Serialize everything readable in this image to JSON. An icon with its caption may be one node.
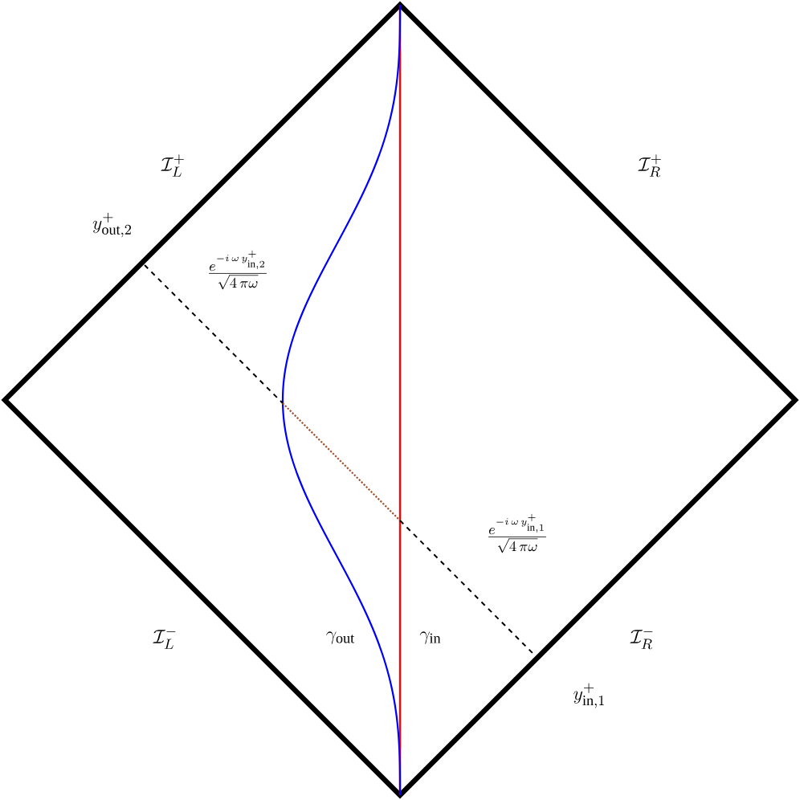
{
  "diagram": {
    "labels": [
      "\\mathcal{I}_L^+",
      "\\mathcal{I}_R^+",
      "y^+_{\\mathrm{out},2}",
      "\\frac{e^{-i\\,\\omega\\,y^+_{\\mathrm{in},2}}}{\\sqrt{4\\,\\pi\\omega}}",
      "\\frac{e^{-i\\,\\omega\\,y^+_{\\mathrm{in},1}}}{\\sqrt{4\\,\\pi\\omega}}",
      "\\mathcal{I}_L^-",
      "\\gamma_{\\mathrm{out}}",
      "\\gamma_{\\mathrm{in}}",
      "\\mathcal{I}_R^-",
      "y^+_{\\mathrm{in},1}"
    ]
  }
}
